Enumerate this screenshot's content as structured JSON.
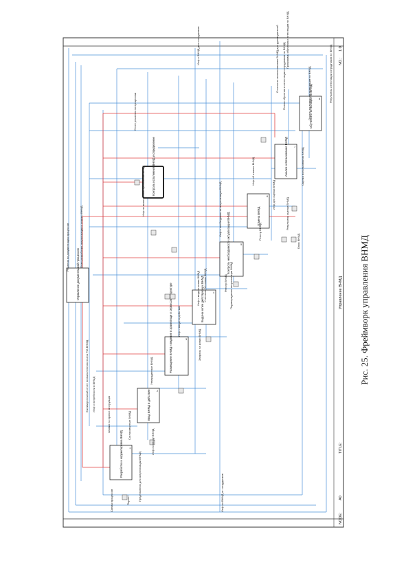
{
  "frame": {
    "node_label": "NODE:",
    "node_value": "A0",
    "title_label": "TITLE:",
    "title_value": "Управление ВНМД",
    "no_label": "NO.:",
    "no_value": "1.0"
  },
  "caption": "Рис. 25. Фреймворк управления ВНМД",
  "colors": {
    "line": "#4a90d9",
    "control": "#e04040",
    "box": "#222222"
  },
  "boxes": [
    {
      "id": "a1",
      "label": "Разработка и корректировка ВНМД"
    },
    {
      "id": "a2",
      "label": "Ввод ВНМД в действие"
    },
    {
      "id": "a3",
      "label": "Размещение ВНМД и ведение в хранилище и сервисов в структуре"
    },
    {
      "id": "a4",
      "label": "Выдача копии действующих ВНМД"
    },
    {
      "id": "a5",
      "label": "Контроль необходимости актуализации ВНМД"
    },
    {
      "id": "a6",
      "label": "Отмена ВНМД"
    },
    {
      "id": "a7",
      "label": "Анализ использования ВНМД"
    },
    {
      "id": "a8",
      "label": "Обучение и аттестация по ВНМД"
    },
    {
      "id": "a9",
      "label": "Управление документацией процессов"
    },
    {
      "id": "a10",
      "label": "Контроль исполнения ВНМД и определение"
    }
  ],
  "arrow_labels": [
    "Решения по документации процессов",
    "План разработки, актуализации и отмены ВНМД",
    "Инф о ВНМД для сотрудников",
    "Программы обучения и аттестации по ВНМД",
    "Результаты аттестации сотрудников по ВНМД",
    "Отчеты по использованию ВНМД для руководителей",
    "Планы обучения и аттестации сотрудников по ВНМД",
    "Оценка использования ВНМД",
    "Отчеты по вопросам аттестации по ВНМД",
    "Отчет решения по процессам",
    "Инф по выполнению требований ВНМД",
    "Инф о выдаче копии ВНМД",
    "Учтенные б/н копии ВНМД",
    "Инф о необходимости актуализации ВНМД",
    "Подтверждение актуализации ВНМД",
    "Реестр ВНМД",
    "Инф об отмене ВНМД",
    "Инф для оценки ВНМД",
    "Результаты оценки ВНМД",
    "Инф о вводе в действие",
    "Запросы на копии ВНМД",
    "Утвержденные ВНМД",
    "Согласованные ВНМД",
    "Заявки на проект инструкции",
    "Инф по вводу ВНМД",
    "Ежеквартальный отчет по выполнению плана Р/А ВНМД",
    "Инф о потребности в ВНМД",
    "Схемы процессов",
    "Предложения для актуализации ВНМД",
    "Инф по ВНМД от сотрудников",
    "Портал",
    "Реестр ВНМД",
    "Базы ВНМД"
  ]
}
